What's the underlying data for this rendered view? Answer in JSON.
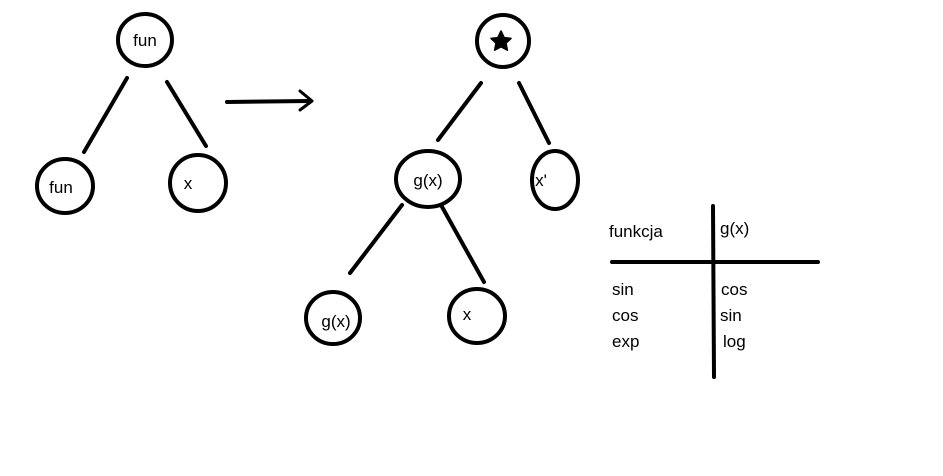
{
  "colors": {
    "stroke": "#000000",
    "background": "#ffffff"
  },
  "tree_left": {
    "root": "fun",
    "left_child": "fun",
    "right_child": "x"
  },
  "tree_right": {
    "root_icon": "star-icon",
    "mid_left": "g(x)",
    "mid_right": "x'",
    "leaf_left": "g(x)",
    "leaf_right": "x"
  },
  "table": {
    "headers": [
      "funkcja",
      "g(x)"
    ],
    "rows": [
      [
        "sin",
        "cos"
      ],
      [
        "cos",
        "sin"
      ],
      [
        "exp",
        "log"
      ]
    ]
  }
}
